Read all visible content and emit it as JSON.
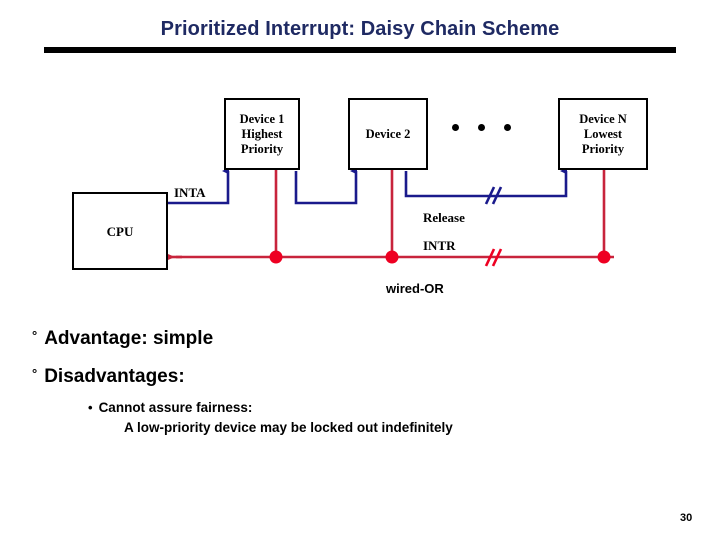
{
  "slide": {
    "title": "Prioritized Interrupt: Daisy Chain Scheme",
    "page_number": "30",
    "colors": {
      "title": "#1F2A63",
      "rule": "#000000",
      "inta_wire": "#1A1A8C",
      "intr_wire": "#C8243C",
      "junction_dot": "#EE0022",
      "box_border": "#000000"
    }
  },
  "diagram": {
    "boxes": [
      {
        "id": "cpu",
        "lines": [
          "CPU"
        ]
      },
      {
        "id": "dev1",
        "lines": [
          "Device 1",
          "Highest",
          "Priority"
        ]
      },
      {
        "id": "dev2",
        "lines": [
          "Device 2"
        ]
      },
      {
        "id": "devn",
        "lines": [
          "Device N",
          "Lowest",
          "Priority"
        ]
      }
    ],
    "ellipsis": "• • •",
    "wire_labels": {
      "inta": "INTA",
      "release": "Release",
      "intr": "INTR"
    },
    "caption": "wired-OR"
  },
  "bullets": {
    "marker_level1": "°",
    "marker_level2": "•",
    "advantage": "Advantage: simple",
    "disadvantages": "Disadvantages:",
    "disadvantage_item": "Cannot assure fairness:",
    "disadvantage_detail": "A low-priority device may be locked out indefinitely"
  }
}
